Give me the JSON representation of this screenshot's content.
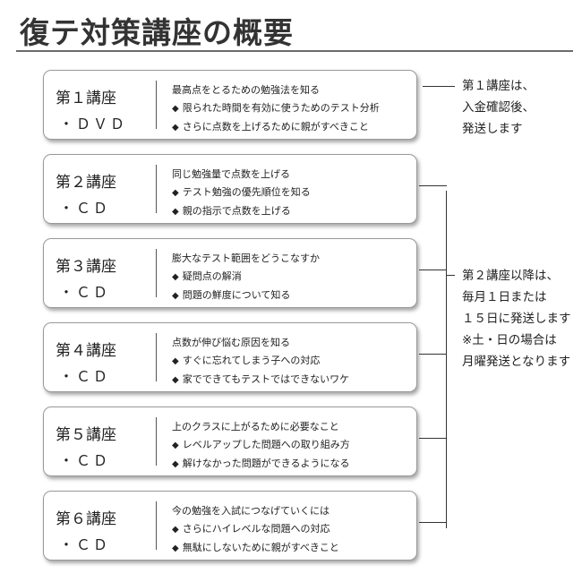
{
  "title": "復テ対策講座の概要",
  "bullet_mark": "◆",
  "courses": [
    {
      "name": "第１講座",
      "media": "・ＤＶＤ",
      "lead": "最高点をとるための勉強法を知る",
      "points": [
        "限られた時間を有効に使うためのテスト分析",
        "さらに点数を上げるために親がすべきこと"
      ]
    },
    {
      "name": "第２講座",
      "media": "・ＣＤ",
      "lead": "同じ勉強量で点数を上げる",
      "points": [
        "テスト勉強の優先順位を知る",
        "親の指示で点数を上げる"
      ]
    },
    {
      "name": "第３講座",
      "media": "・ＣＤ",
      "lead": "膨大なテスト範囲をどうこなすか",
      "points": [
        "疑問点の解消",
        "問題の鮮度について知る"
      ]
    },
    {
      "name": "第４講座",
      "media": "・ＣＤ",
      "lead": "点数が伸び悩む原因を知る",
      "points": [
        "すぐに忘れてしまう子への対応",
        "家でできてもテストではできないワケ"
      ]
    },
    {
      "name": "第５講座",
      "media": "・ＣＤ",
      "lead": "上のクラスに上がるために必要なこと",
      "points": [
        "レベルアップした問題への取り組み方",
        "解けなかった問題ができるようになる"
      ]
    },
    {
      "name": "第６講座",
      "media": "・ＣＤ",
      "lead": "今の勉強を入試につなげていくには",
      "points": [
        "さらにハイレベルな問題への対応",
        "無駄にしないために親がすべきこと"
      ]
    }
  ],
  "note_first": [
    "第１講座は、",
    "入金確認後、",
    "発送します"
  ],
  "note_rest": [
    "第２講座以降は、",
    "毎月１日または",
    "１５日に発送します",
    "※土・日の場合は",
    "月曜発送となります"
  ]
}
